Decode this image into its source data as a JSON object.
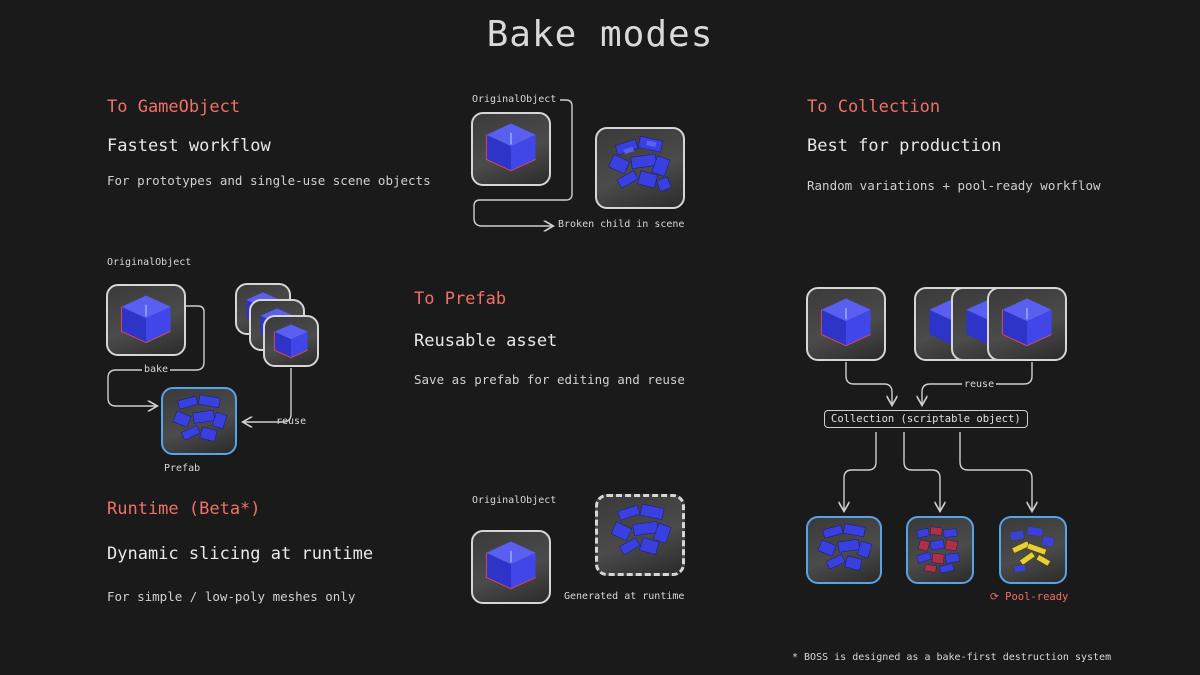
{
  "title": "Bake modes",
  "sections": {
    "gameobject": {
      "heading": "To GameObject",
      "subheading": "Fastest workflow",
      "description": "For prototypes and single-use scene objects",
      "original_label": "OriginalObject",
      "result_label": "Broken child in scene"
    },
    "prefab": {
      "heading": "To Prefab",
      "subheading": "Reusable asset",
      "description": "Save as prefab for editing and reuse",
      "original_label": "OriginalObject",
      "bake_label": "bake",
      "reuse_label": "reuse",
      "prefab_label": "Prefab"
    },
    "collection": {
      "heading": "To Collection",
      "subheading": "Best for production",
      "description": "Random variations + pool-ready workflow",
      "reuse_label": "reuse",
      "collection_label": "Collection (scriptable object)",
      "pool_icon": "refresh-icon",
      "pool_glyph": "⟳",
      "pool_label": "Pool-ready"
    },
    "runtime": {
      "heading": "Runtime (Beta*)",
      "subheading": "Dynamic slicing at runtime",
      "description": "For simple / low-poly meshes only",
      "original_label": "OriginalObject",
      "generated_label": "Generated at runtime"
    }
  },
  "footnote": "* BOSS is designed as a bake-first destruction system",
  "colors": {
    "background": "#1a1a1a",
    "heading": "#f07068",
    "accent_blue": "#5aa2e6",
    "cube": "#3a3fe0",
    "cube_edge": "#e0484a"
  }
}
